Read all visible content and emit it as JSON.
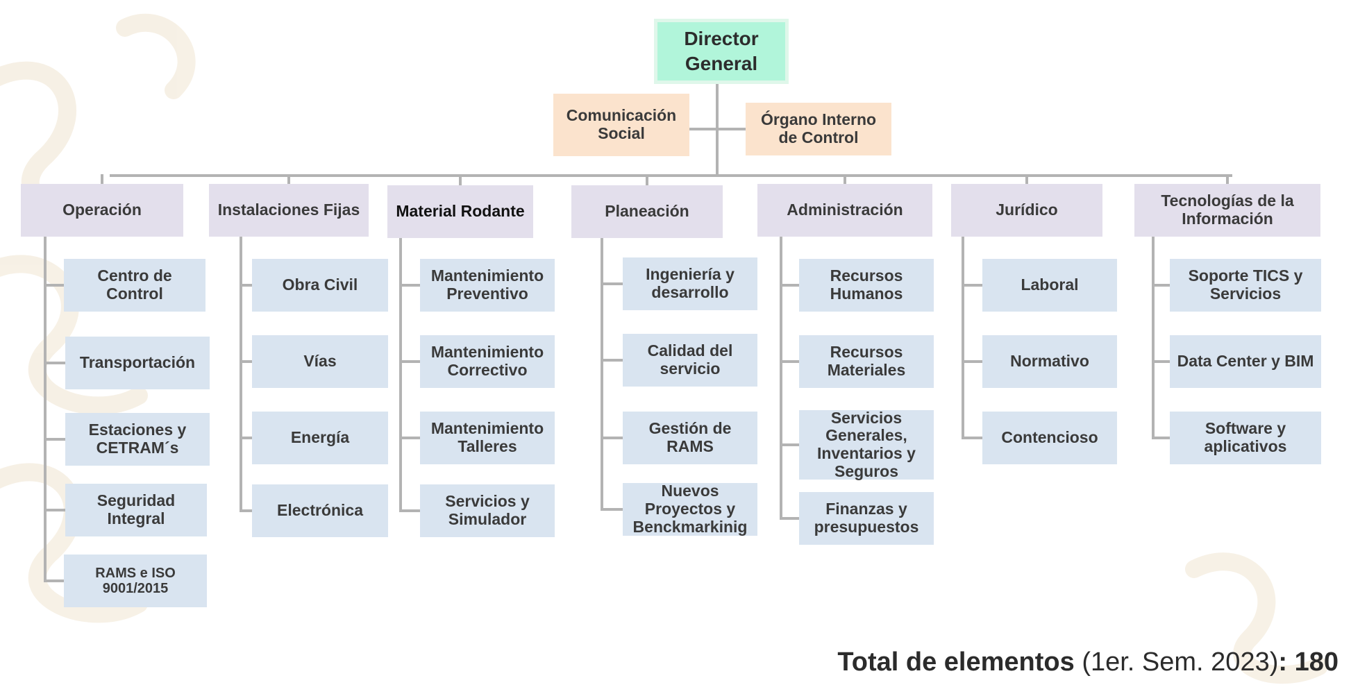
{
  "director": "Director General",
  "staff": {
    "comunicacion": "Comunicación Social",
    "organo": "Órgano Interno de Control"
  },
  "departments": [
    {
      "name": "Operación",
      "units": [
        "Centro de Control",
        "Transportación",
        "Estaciones y CETRAM´s",
        "Seguridad Integral",
        "RAMS e ISO 9001/2015"
      ]
    },
    {
      "name": "Instalaciones Fijas",
      "units": [
        "Obra Civil",
        "Vías",
        "Energía",
        "Electrónica"
      ]
    },
    {
      "name": "Material Rodante",
      "units": [
        "Mantenimiento Preventivo",
        "Mantenimiento Correctivo",
        "Mantenimiento Talleres",
        "Servicios y Simulador"
      ]
    },
    {
      "name": "Planeación",
      "units": [
        "Ingeniería y desarrollo",
        "Calidad del servicio",
        "Gestión de RAMS",
        "Nuevos Proyectos y Benckmarkinig"
      ]
    },
    {
      "name": "Administración",
      "units": [
        "Recursos Humanos",
        "Recursos Materiales",
        "Servicios Generales, Inventarios y Seguros",
        "Finanzas y presupuestos"
      ]
    },
    {
      "name": "Jurídico",
      "units": [
        "Laboral",
        "Normativo",
        "Contencioso"
      ]
    },
    {
      "name": "Tecnologías de la Información",
      "units": [
        "Soporte TICS y Servicios",
        "Data Center y BIM",
        "Software y aplicativos"
      ]
    }
  ],
  "total": {
    "label": "Total de elementos",
    "period": "(1er. Sem. 2023)",
    "sep": ":",
    "value": "180"
  },
  "colors": {
    "director": "#b1f5da",
    "staff": "#fbe3cd",
    "department": "#e3dfec",
    "unit": "#d9e4f0",
    "connector": "#b3b3b3"
  }
}
